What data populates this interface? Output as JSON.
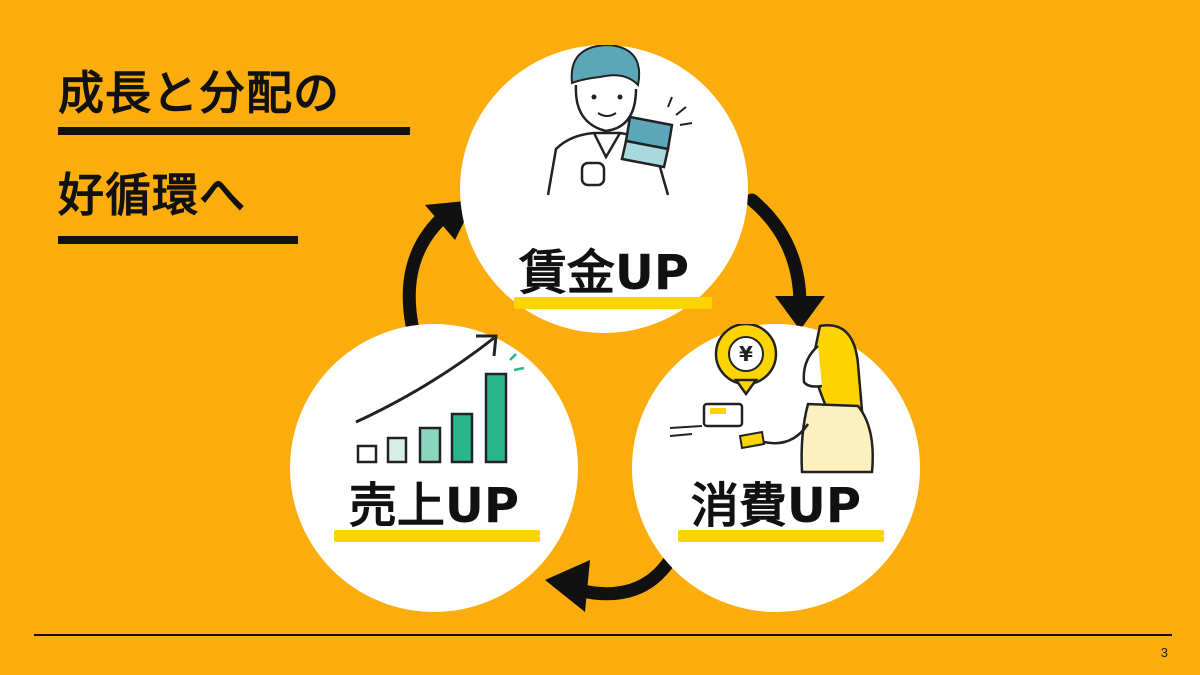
{
  "slide": {
    "title_line1": "成長と分配の",
    "title_line2": "好循環へ",
    "page_number": "3"
  },
  "cycle": {
    "nodes": [
      {
        "id": "wage",
        "label": "賃金UP",
        "illustration": "man-holding-wallet"
      },
      {
        "id": "consumption",
        "label": "消費UP",
        "illustration": "woman-paying-with-card"
      },
      {
        "id": "sales",
        "label": "売上UP",
        "illustration": "rising-bar-chart"
      }
    ],
    "flow": [
      "wage",
      "consumption",
      "sales",
      "wage"
    ],
    "currency_symbol": "¥"
  },
  "colors": {
    "background": "#fcad0e",
    "circle": "#ffffff",
    "highlight": "#fcd400",
    "chart_green": "#2bb58a",
    "text": "#111111"
  }
}
